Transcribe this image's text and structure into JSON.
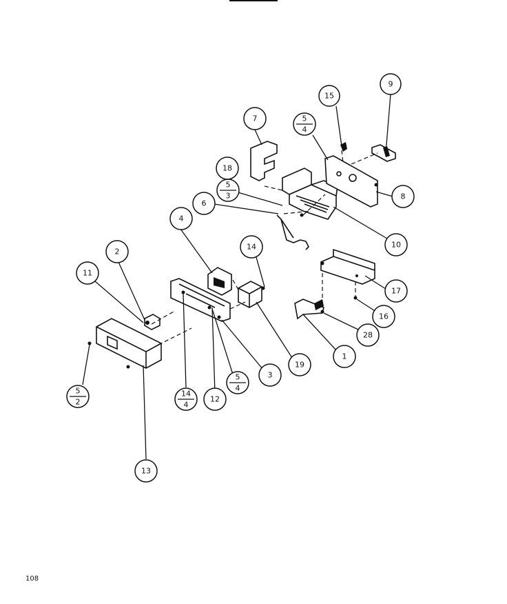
{
  "page": {
    "number": "108"
  },
  "callouts": [
    {
      "id": "c9",
      "text": "9"
    },
    {
      "id": "c15",
      "text": "15"
    },
    {
      "id": "c7",
      "text": "7"
    },
    {
      "id": "c5_4a",
      "num": "5",
      "den": "4"
    },
    {
      "id": "c18",
      "text": "18"
    },
    {
      "id": "c5_3",
      "num": "5",
      "den": "3"
    },
    {
      "id": "c8",
      "text": "8"
    },
    {
      "id": "c6",
      "text": "6"
    },
    {
      "id": "c4",
      "text": "4"
    },
    {
      "id": "c10",
      "text": "10"
    },
    {
      "id": "c14",
      "text": "14"
    },
    {
      "id": "c2",
      "text": "2"
    },
    {
      "id": "c11",
      "text": "11"
    },
    {
      "id": "c17",
      "text": "17"
    },
    {
      "id": "c16",
      "text": "16"
    },
    {
      "id": "c28",
      "text": "28"
    },
    {
      "id": "c1",
      "text": "1"
    },
    {
      "id": "c19",
      "text": "19"
    },
    {
      "id": "c3",
      "text": "3"
    },
    {
      "id": "c5_4b",
      "num": "5",
      "den": "4"
    },
    {
      "id": "c12",
      "text": "12"
    },
    {
      "id": "c14_4",
      "num": "14",
      "den": "4"
    },
    {
      "id": "c5_2",
      "num": "5",
      "den": "2"
    },
    {
      "id": "c13",
      "text": "13"
    }
  ]
}
